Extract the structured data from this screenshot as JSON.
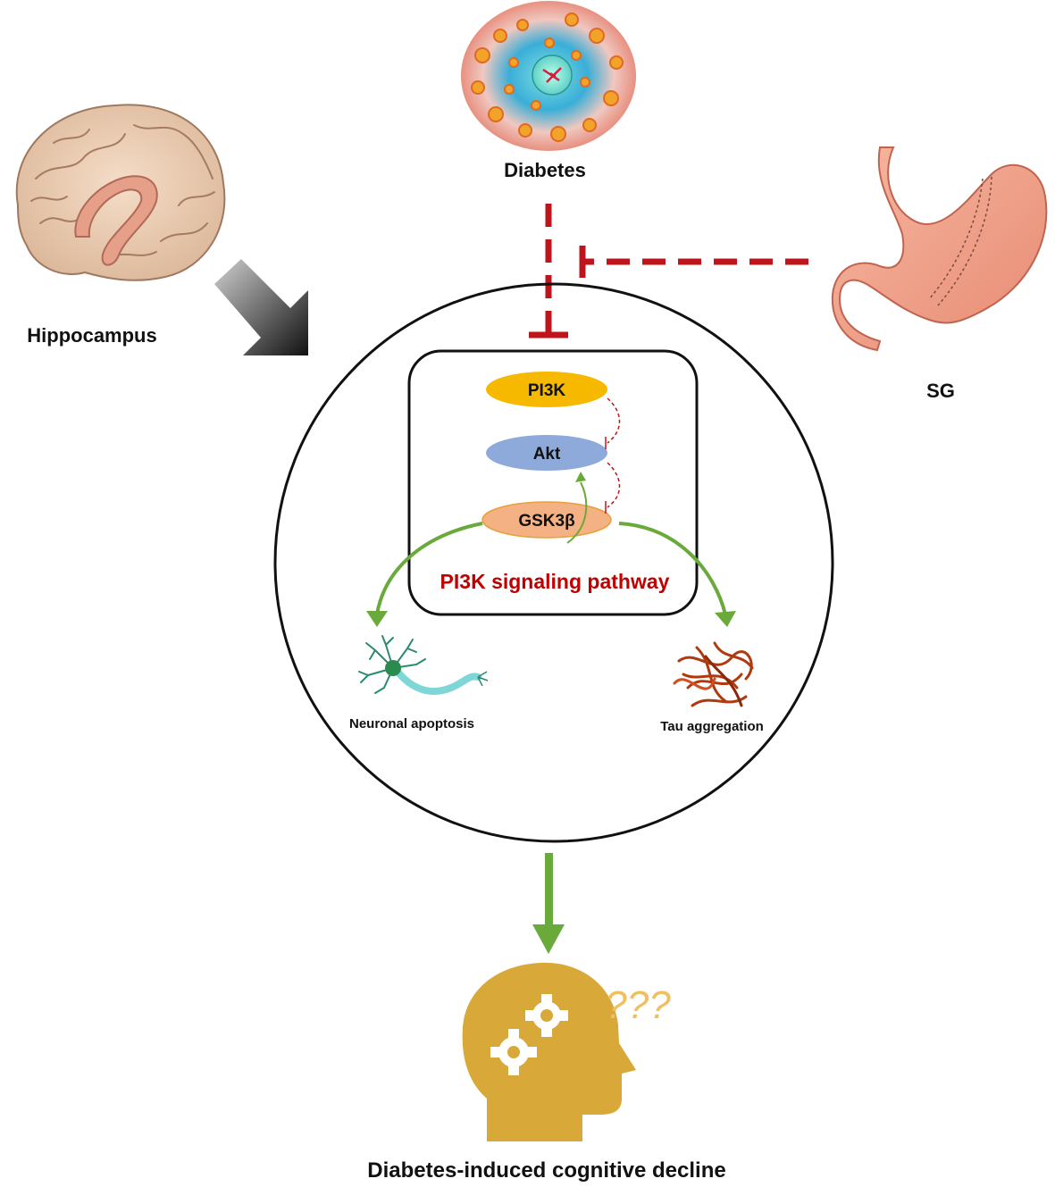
{
  "labels": {
    "diabetes": "Diabetes",
    "hippocampus": "Hippocampus",
    "sg": "SG",
    "pi3k": "PI3K",
    "akt": "Akt",
    "gsk3b": "GSK3β",
    "pathway": "PI3K signaling pathway",
    "neuronal_apoptosis": "Neuronal apoptosis",
    "tau_aggregation": "Tau aggregation",
    "question_marks": "???",
    "outcome": "Diabetes-induced cognitive decline"
  },
  "colors": {
    "inhibition": "#c0141c",
    "activation": "#6aaa3a",
    "pi3k_fill": "#f7b900",
    "akt_fill": "#8eaadb",
    "gsk3b_fill": "#f4b183",
    "pathway_text": "#c00000",
    "head_fill": "#d8a838"
  },
  "icons": {
    "diabetes": "diabetes-cell-illustration",
    "hippocampus": "brain-hippocampus-illustration",
    "sg": "stomach-sleeve-gastrectomy-illustration",
    "neuron": "neuron-illustration",
    "tau": "tau-tangle-illustration",
    "head": "head-gears-icon"
  }
}
